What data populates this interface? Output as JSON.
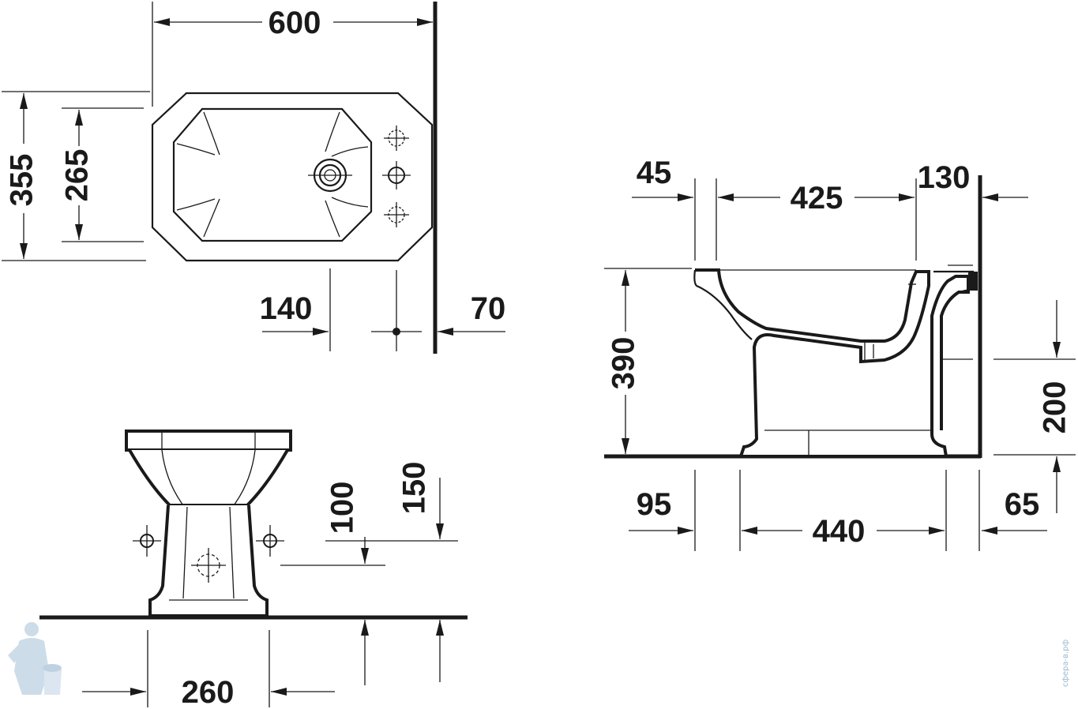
{
  "top_view": {
    "width_label": "600",
    "outer_depth_label": "355",
    "inner_depth_label": "265",
    "tap_offset_label": "140",
    "wall_offset_label": "70"
  },
  "side_view": {
    "rim_front_label": "45",
    "bowl_length_label": "425",
    "wall_gap_label": "130",
    "height_label": "390",
    "outlet_height_label": "200",
    "front_base_label": "95",
    "base_length_label": "440",
    "rear_base_label": "65"
  },
  "front_view": {
    "inlet_height_label": "100",
    "outlet_height_label": "150",
    "base_width_label": "260"
  },
  "watermark": {
    "text": "сфера-в.рф",
    "icon": "plumber-mascot-icon"
  },
  "colors": {
    "ink": "#1a1a1a",
    "watermark": "#9fb8cf"
  }
}
